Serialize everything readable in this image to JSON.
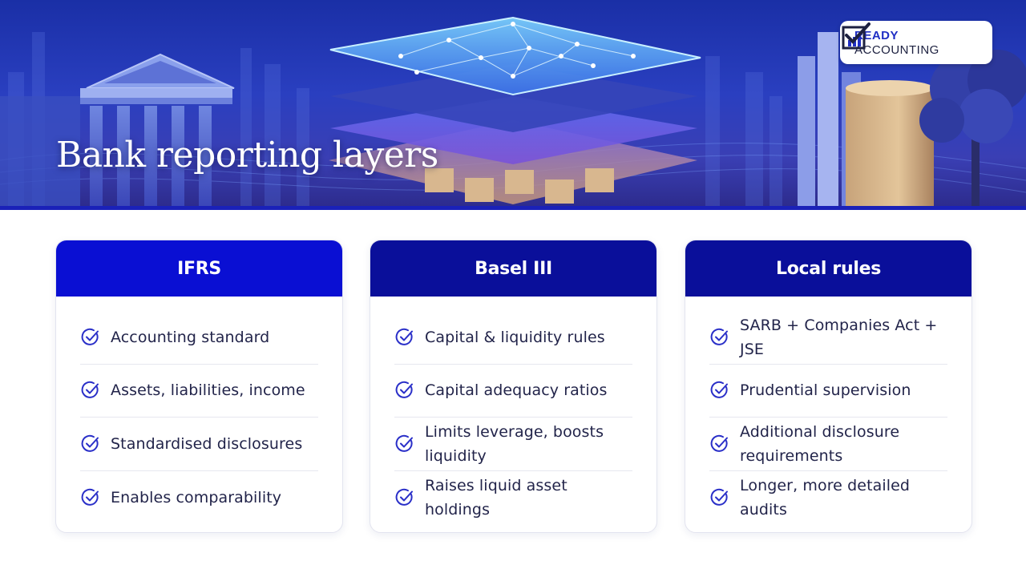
{
  "hero": {
    "title": "Bank reporting layers"
  },
  "logo": {
    "line1": "READY",
    "line2": "ACCOUNTING",
    "icon": "checkbox-chart-logo-icon"
  },
  "colors": {
    "header_ifrs": "#0a0fd3",
    "header_basel": "#0a0f9a",
    "header_local": "#0a0f9a",
    "check": "#2a2fc8"
  },
  "cards": [
    {
      "title": "IFRS",
      "items": [
        "Accounting standard",
        "Assets, liabilities, income",
        "Standardised disclosures",
        "Enables comparability"
      ]
    },
    {
      "title": "Basel III",
      "items": [
        "Capital & liquidity rules",
        "Capital adequacy ratios",
        "Limits leverage, boosts liquidity",
        "Raises liquid asset holdings"
      ]
    },
    {
      "title": "Local rules",
      "items": [
        "SARB + Companies Act + JSE",
        "Prudential supervision",
        "Additional disclosure requirements",
        "Longer, more detailed audits"
      ]
    }
  ]
}
